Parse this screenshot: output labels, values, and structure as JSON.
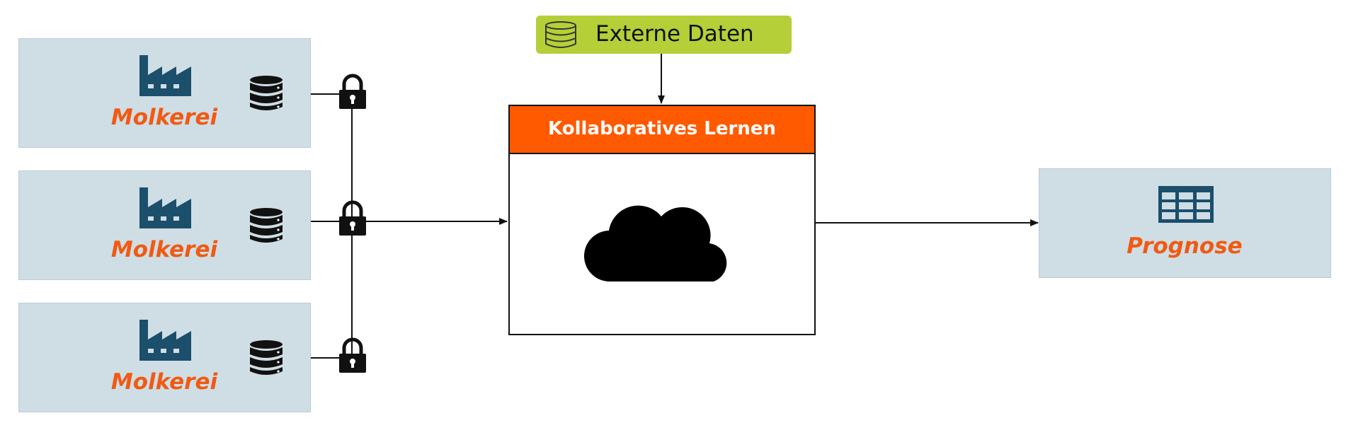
{
  "sources": [
    {
      "label": "Molkerei",
      "factory_icon": "factory-icon",
      "db_icon": "database-icon",
      "lock_icon": "lock-icon"
    },
    {
      "label": "Molkerei",
      "factory_icon": "factory-icon",
      "db_icon": "database-icon",
      "lock_icon": "lock-icon"
    },
    {
      "label": "Molkerei",
      "factory_icon": "factory-icon",
      "db_icon": "database-icon",
      "lock_icon": "lock-icon"
    }
  ],
  "external": {
    "label": "Externe Daten",
    "icon": "database-outline-icon",
    "color": "#b5cf38"
  },
  "collaborative": {
    "title": "Kollaboratives Lernen",
    "icon": "cloud-icon",
    "header_color": "#ff5a00"
  },
  "output": {
    "label": "Prognose",
    "icon": "table-grid-icon"
  },
  "colors": {
    "box_fill": "#cfdee5",
    "label_text": "#f05a14",
    "icon_dark": "#1b4f6b"
  }
}
